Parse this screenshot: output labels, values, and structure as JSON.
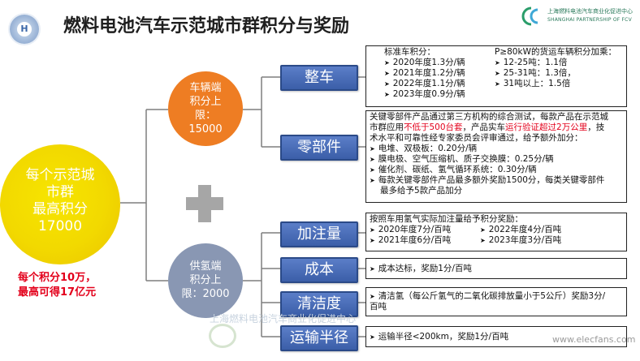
{
  "title": "燃料电池汽车示范城市群积分与奖励",
  "logo_left": {
    "text": "H"
  },
  "brand": {
    "line1": "上海燃料电池汽车商业化促进中心",
    "line2": "SHANGHAI PARTNERSHIP OF FCV"
  },
  "main_circle": {
    "line1": "每个示范城",
    "line2": "市群",
    "line3": "最高积分",
    "line4": "17000"
  },
  "vehicle_circle": {
    "line1": "车辆端",
    "line2": "积分上",
    "line3": "限：",
    "line4": "15000"
  },
  "hydrogen_circle": {
    "line1": "供氢端",
    "line2": "积分上",
    "line3": "限：2000"
  },
  "note": {
    "line1": "每个积分10万，",
    "line2": "最高可得17亿元"
  },
  "categories": {
    "vehicle": "整车",
    "parts": "零部件",
    "refuel": "加注量",
    "cost": "成本",
    "clean": "清洁度",
    "transport": "运输半径"
  },
  "vehicle_box": {
    "left_header": "标准车积分：",
    "left_items": [
      "2020年度1.3分/辆",
      "2021年度1.2分/辆",
      "2022年度1.1分/辆",
      "2023年度0.9分/辆"
    ],
    "right_header": "P≥80kW的货运车辆积分加乘：",
    "right_items": [
      "12-25吨：1.1倍",
      "25-31吨：1.3倍，",
      "31吨以上：1.5倍"
    ]
  },
  "parts_box": {
    "p1_a": "关键零部件产品通过第三方机构的综合测试，每款产品在示范城",
    "p1_b_pre": "市群应用",
    "p1_b_red1": "不低于500台套",
    "p1_b_mid": "，产品实车",
    "p1_b_red2": "运行验证超过2万公里",
    "p1_b_post": "，技",
    "p1_c": "术水平和可靠性经专家委员会评审通过，给予额外加分：",
    "items": [
      "电堆、双极板：0.20分/辆",
      "膜电极、空气压缩机、质子交换膜：0.25分/辆",
      "催化剂、碳纸、氢气循环系统：0.30分/辆",
      "每款关键零部件产品最多额外奖励1500分，每类关键零部件"
    ],
    "last_line": "最多给予5款产品加分"
  },
  "refuel_box": {
    "header": "按照车用氢气实际加注量给予积分奖励：",
    "items": [
      "2020年度7分/百吨",
      "2022年度4分/百吨",
      "2021年度6分/百吨",
      "2023年度3分/百吨"
    ]
  },
  "cost_box": {
    "item": "成本达标，奖励1分/百吨"
  },
  "clean_box": {
    "line1": "清洁氢（每公斤氢气的二氧化碳排放量小于5公斤）奖励3分/",
    "line2": "百吨"
  },
  "transport_box": {
    "item": "运输半径<200km，奖励1分/百吨"
  },
  "watermark": "上海燃料电池汽车商业化促进中心",
  "wechat": "www.elecfans.com"
}
